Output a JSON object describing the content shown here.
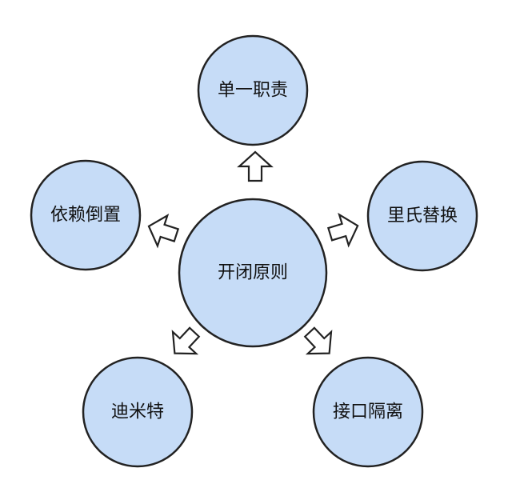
{
  "diagram": {
    "center": {
      "label": "开闭原则"
    },
    "nodes": [
      {
        "id": "srp",
        "label": "单一职责"
      },
      {
        "id": "lsp",
        "label": "里氏替换"
      },
      {
        "id": "isp",
        "label": "接口隔离"
      },
      {
        "id": "lod",
        "label": "迪米特"
      },
      {
        "id": "dip",
        "label": "依赖倒置"
      }
    ],
    "colors": {
      "node_fill": "#c6dcf7",
      "node_stroke": "#222222",
      "arrow_fill": "#ffffff",
      "arrow_stroke": "#222222"
    }
  }
}
